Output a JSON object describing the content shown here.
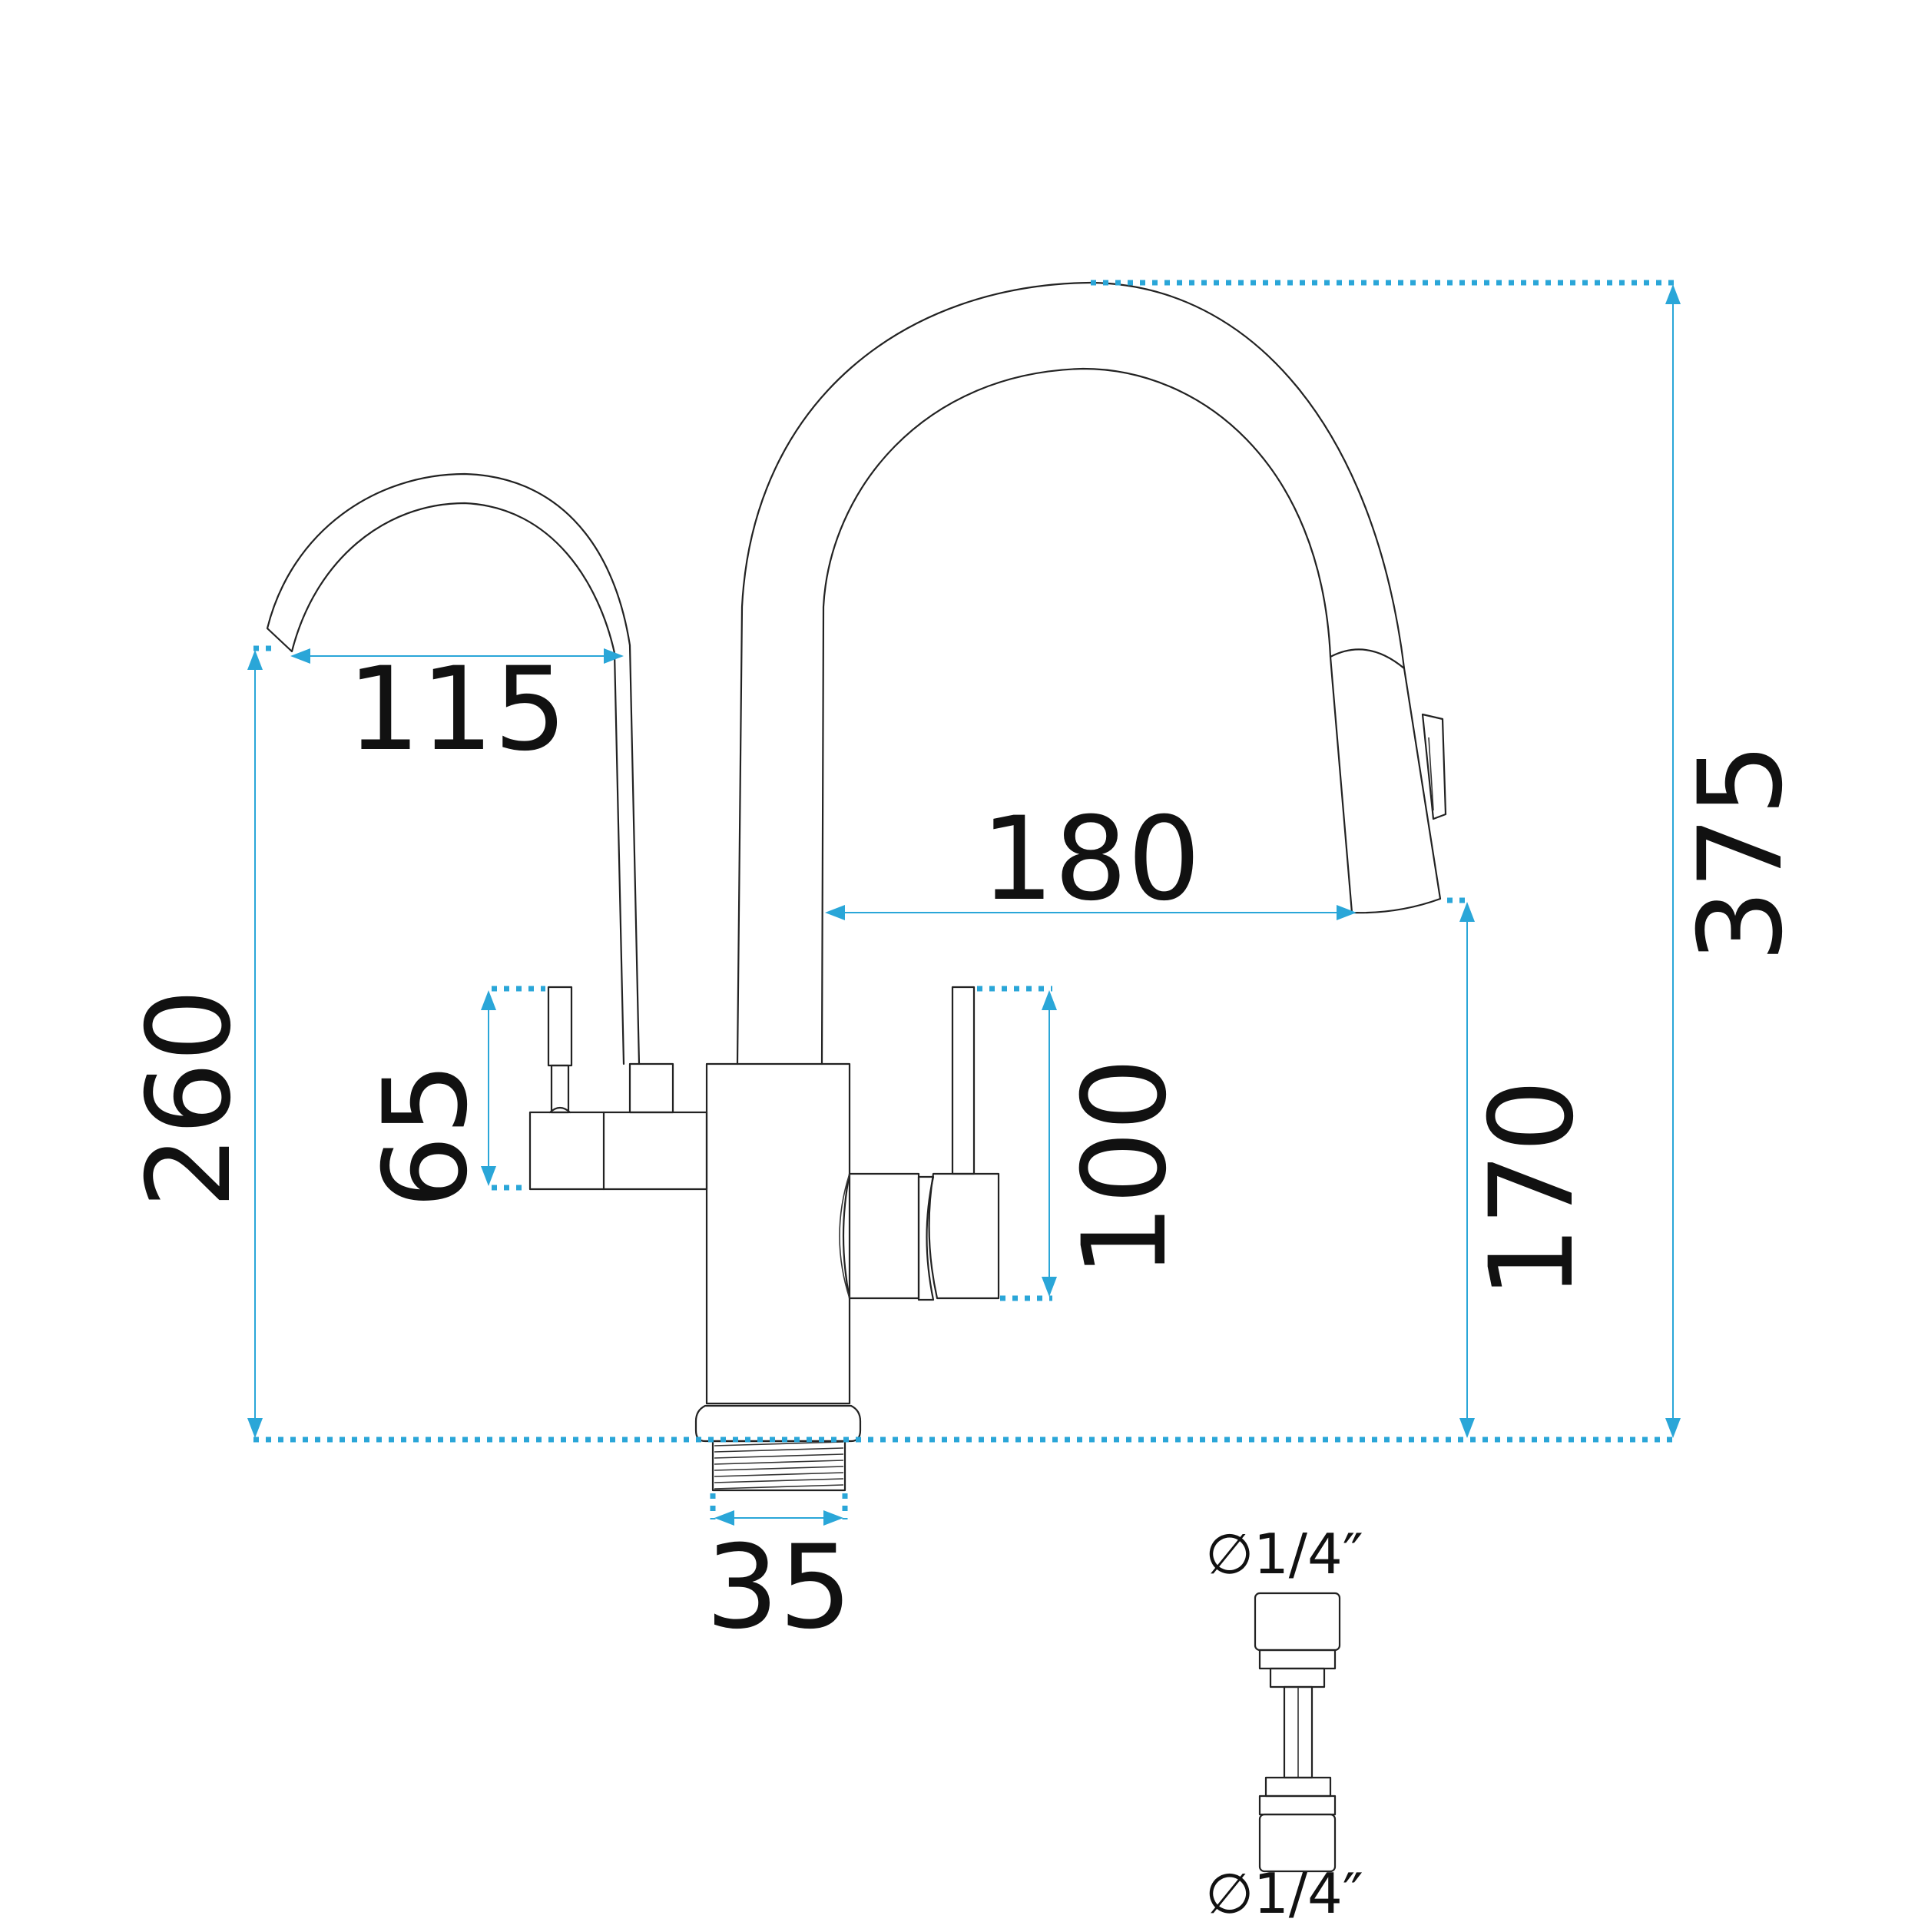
{
  "colors": {
    "dimension_line": "#2aa6d8",
    "outline": "#222222",
    "text": "#111111",
    "background": "#ffffff"
  },
  "dimensions": {
    "small_spout_reach": "115",
    "main_spout_reach": "180",
    "total_height": "375",
    "small_spout_height": "260",
    "main_spout_height": "170",
    "right_lever_height": "100",
    "left_lever_height": "65",
    "thread_diameter": "35"
  },
  "adapter": {
    "top_label": "∅1/4″",
    "bottom_label": "∅1/4″"
  }
}
